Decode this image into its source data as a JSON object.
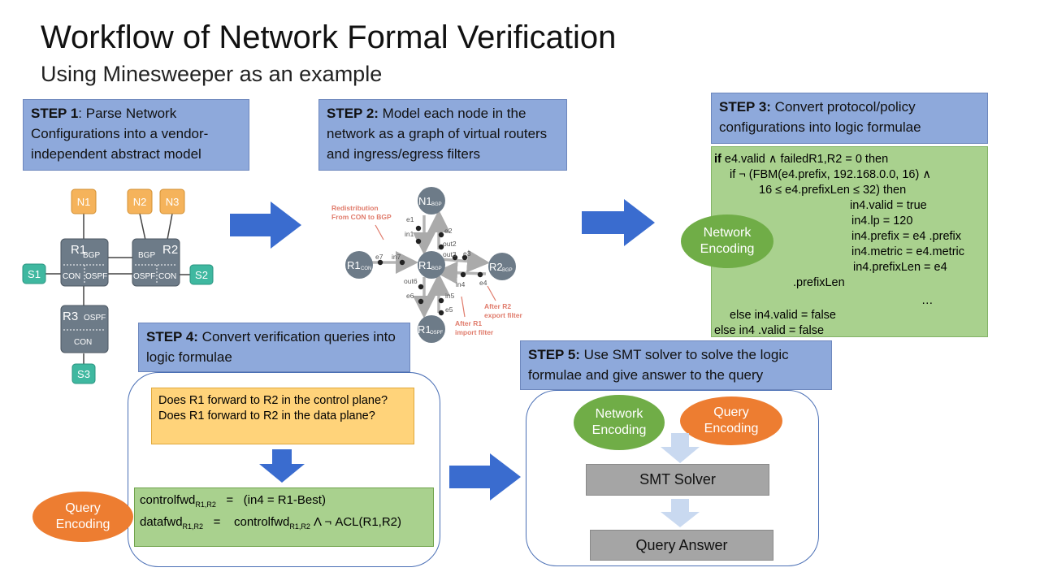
{
  "title": "Workflow of Network Formal Verification",
  "subtitle": "Using Minesweeper as an example",
  "step1": {
    "label": "STEP 1",
    "text": ": Parse Network Configurations into a vendor-independent abstract model"
  },
  "step2": {
    "label": "STEP 2:",
    "text": " Model each node in the network as a graph of virtual routers and ingress/egress filters"
  },
  "step3": {
    "label": "STEP 3:",
    "text": " Convert protocol/policy configurations into logic formulae"
  },
  "step4": {
    "label": "STEP 4:",
    "text": " Convert verification queries into logic formulae"
  },
  "step5": {
    "label": "STEP 5:",
    "text": " Use SMT solver to solve the logic formulae and give answer to the query"
  },
  "topology": {
    "n1": "N1",
    "n2": "N2",
    "n3": "N3",
    "s1": "S1",
    "s2": "S2",
    "s3": "S3",
    "r1": "R1",
    "r2": "R2",
    "r3": "R3",
    "bgp": "BGP",
    "con": "CON",
    "ospf": "OSPF"
  },
  "graph": {
    "n1": "N1",
    "n1_sub": "BGP",
    "r1con": "R1",
    "r1con_sub": "CON",
    "r1bgp": "R1",
    "r1bgp_sub": "BGP",
    "r2bgp": "R2",
    "r2bgp_sub": "BGP",
    "r1ospf": "R1",
    "r1ospf_sub": "OSPF",
    "edges": [
      "e1",
      "in1",
      "e2",
      "out2",
      "e3",
      "out3",
      "e7",
      "in7",
      "out6",
      "e6",
      "in4",
      "e4",
      "in5",
      "e5"
    ],
    "ann_redistribution": [
      "Redistribution",
      "From CON to BGP"
    ],
    "ann_r2_export": [
      "After R2",
      "export filter"
    ],
    "ann_r1_import": [
      "After R1",
      "import filter"
    ]
  },
  "network_encoding": "Network Encoding",
  "query_encoding": "Query Encoding",
  "logic_lines": [
    "if e4.valid ∧ failedR1,R2 = 0 then",
    "if ¬ (FBM(e4.prefix, 192.168.0.0, 16) ∧",
    "16 ≤ e4.prefixLen ≤ 32) then",
    "in4.valid = true",
    "in4.lp = 120",
    "in4.prefix = e4 .prefix",
    "in4.metric = e4.metric",
    "in4.prefixLen = e4",
    ".prefixLen",
    "…",
    "else in4.valid = false",
    "else in4 .valid = false"
  ],
  "queries": [
    "Does R1 forward to R2 in the control plane?",
    "Does R1 forward to R2 in the data plane?"
  ],
  "qformula": {
    "l1_a": "controlfwd",
    "l1_sub": "R1,R2",
    "l1_b": "   =   (in4 = R1-Best)",
    "l2_a": "datafwd",
    "l2_sub": "R1,R2",
    "l2_b": "   =    controlfwd",
    "l2_sub2": "R1,R2",
    "l2_c": " Λ ¬ ACL(R1,R2)"
  },
  "smt_solver": "SMT Solver",
  "query_answer": "Query Answer",
  "colors": {
    "step_box": "#8ea9db",
    "green": "#70ad47",
    "orange": "#ed7d31",
    "arrow": "#3a6ccf",
    "router": "#6d7b88",
    "n_node": "#f5b35b",
    "s_node": "#3fb8a0"
  }
}
